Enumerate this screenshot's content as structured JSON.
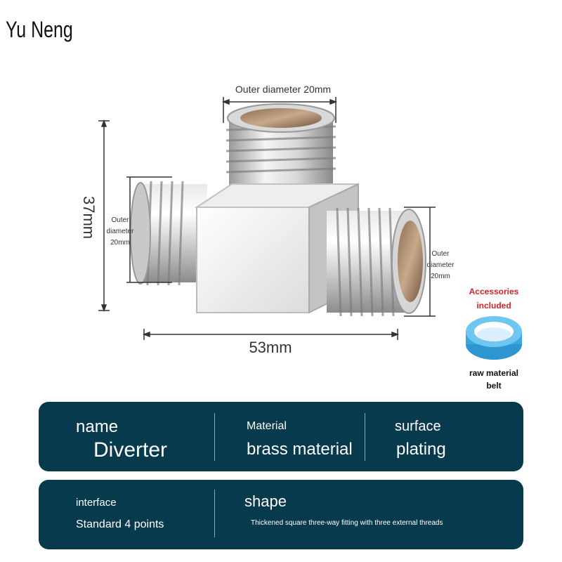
{
  "brand": "Yu Neng",
  "dimensions": {
    "top": "Outer diameter 20mm",
    "height": "37mm",
    "width": "53mm",
    "left_side": [
      "Outer",
      "diameter",
      "20mm"
    ],
    "right_side": [
      "Outer",
      "diameter",
      "20mm"
    ]
  },
  "accessories": {
    "title": [
      "Accessories",
      "included"
    ],
    "item": [
      "raw material",
      "belt"
    ]
  },
  "specs": {
    "name_label": "name",
    "name_value": "Diverter",
    "material_label": "Material",
    "material_value": "brass material",
    "surface_label": "surface",
    "surface_value": "plating",
    "interface_label": "interface",
    "interface_value": "Standard 4 points",
    "shape_label": "shape",
    "shape_value": "Thickened square three-way fitting with three external threads"
  },
  "colors": {
    "panel": "#063a4c",
    "accent_red": "#d2232a",
    "tape_blue": "#3aa7e0"
  }
}
